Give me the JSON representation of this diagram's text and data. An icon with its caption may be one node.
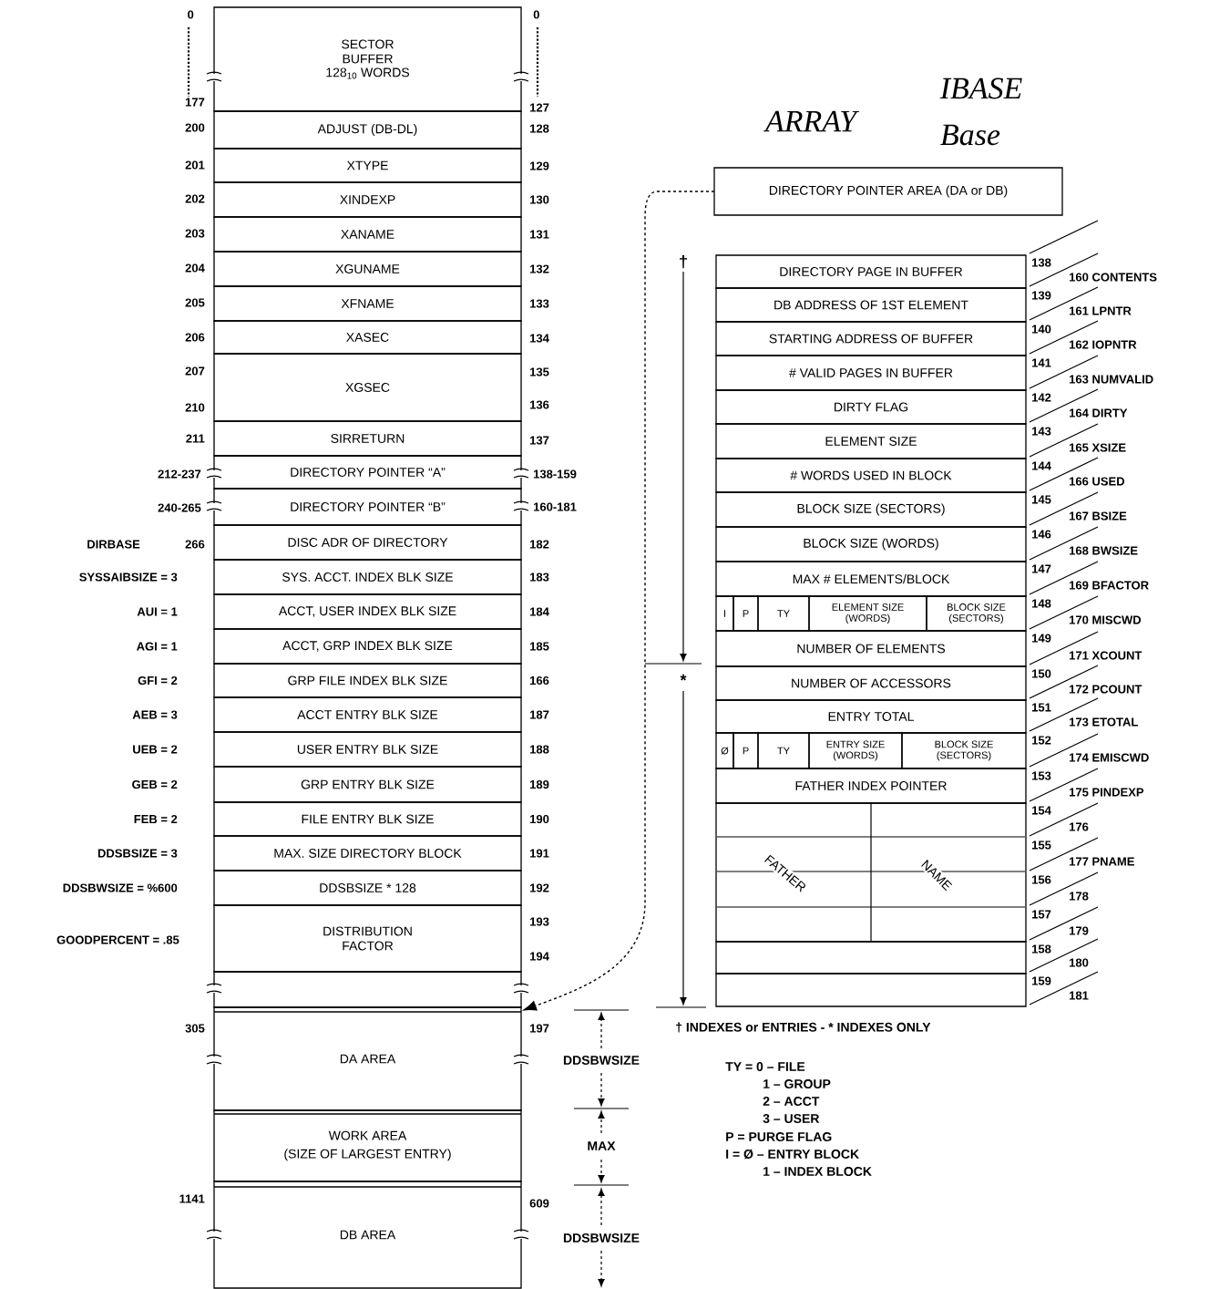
{
  "diagram": {
    "nodes": [
      {
        "text": [
          "SECTOR BUFFER",
          "128$_{10}$ WORDS"
        ],
        "beside": [
          "0",
          "177",
          "0",
          "127"
        ]
      },
      {
        "text": [
          "ADJUST (DB-DL)"
        ],
        "beside": [
          "200",
          "128"
        ]
      },
      {
        "text": [
          "XTYPE"
        ],
        "beside": [
          "201",
          "129"
        ]
      },
      {
        "text": [
          "XINDEXP"
        ],
        "beside": [
          "202",
          "130"
        ]
      },
      {
        "text": [
          "XANAME"
        ],
        "beside": [
          "203",
          "131"
        ]
      },
      {
        "text": [
          "XGUNAME"
        ],
        "beside": [
          "204",
          "132"
        ]
      },
      {
        "text": [
          "XFNAME"
        ],
        "beside": [
          "205",
          "133"
        ]
      },
      {
        "text": [
          "XASEC"
        ],
        "beside": [
          "206",
          "134"
        ]
      },
      {
        "text": [
          "XGSEC"
        ],
        "beside": [
          "207",
          "210",
          "135",
          "136"
        ]
      },
      {
        "text": [
          "SIRRETURN"
        ],
        "beside": [
          "211",
          "137"
        ]
      },
      {
        "text": [
          "DIRECTORY POINTER “A”"
        ],
        "beside": [
          "212-237",
          "138-159"
        ]
      },
      {
        "text": [
          "DIRECTORY POINTER “B”"
        ],
        "beside": [
          "240-265",
          "160-181"
        ]
      },
      {
        "text": [
          "DISC ADR OF DIRECTORY"
        ],
        "beside": [
          "DIRBASE",
          "266",
          "182"
        ]
      },
      {
        "text": [
          "SYS. ACCT. INDEX BLK SIZE"
        ],
        "beside": [
          "SYSSAIBSIZE = 3",
          "183"
        ]
      },
      {
        "text": [
          "ACCT, USER INDEX BLK SIZE"
        ],
        "beside": [
          "AUI = 1",
          "184"
        ]
      },
      {
        "text": [
          "ACCT, GRP INDEX BLK SIZE"
        ],
        "beside": [
          "AGI = 1",
          "185"
        ]
      },
      {
        "text": [
          "GRP FILE INDEX BLK SIZE"
        ],
        "beside": [
          "GFI = 2",
          "166"
        ]
      },
      {
        "text": [
          "ACCT ENTRY BLK SIZE"
        ],
        "beside": [
          "AEB = 3",
          "187"
        ]
      },
      {
        "text": [
          "USER ENTRY BLK SIZE"
        ],
        "beside": [
          "UEB = 2",
          "188"
        ]
      },
      {
        "text": [
          "GRP ENTRY BLK SIZE"
        ],
        "beside": [
          "GEB = 2",
          "189"
        ]
      },
      {
        "text": [
          "FILE ENTRY BLK SIZE"
        ],
        "beside": [
          "FEB = 2",
          "190"
        ]
      },
      {
        "text": [
          "MAX. SIZE DIRECTORY BLOCK"
        ],
        "beside": [
          "DDSBSIZE = 3",
          "191"
        ]
      },
      {
        "text": [
          "DDSBSIZE * 128"
        ],
        "beside": [
          "DDSBWSIZE = %600",
          "192"
        ]
      },
      {
        "text": [
          "DISTRIBUTION FACTOR"
        ],
        "beside": [
          "GOODPERCENT = .85",
          "193",
          "194"
        ]
      },
      {
        "text": [],
        "shape": "box"
      },
      {
        "text": [
          "DA AREA"
        ],
        "beside": [
          "305",
          "197"
        ]
      },
      {
        "text": [
          "WORK AREA",
          "(SIZE OF LARGEST ENTRY)"
        ]
      },
      {
        "text": [
          "DB AREA"
        ],
        "beside": [
          "1141",
          "609"
        ]
      },
      {
        "text": [
          "DIRECTORY POINTER AREA (DA or DB)"
        ]
      },
      {
        "text": [
          "DIRECTORY PAGE IN BUFFER"
        ],
        "beside": [
          "138",
          "160 CONTENTS"
        ]
      },
      {
        "text": [
          "DB ADDRESS OF 1ST ELEMENT"
        ],
        "beside": [
          "139",
          "161 LPNTR"
        ]
      },
      {
        "text": [
          "STARTING ADDRESS OF BUFFER"
        ],
        "beside": [
          "140",
          "162 IOPNTR"
        ]
      },
      {
        "text": [
          "# VALID PAGES IN BUFFER"
        ],
        "beside": [
          "141",
          "163 NUMVALID"
        ]
      },
      {
        "text": [
          "DIRTY FLAG"
        ],
        "beside": [
          "142",
          "164 DIRTY"
        ]
      },
      {
        "text": [
          "ELEMENT SIZE"
        ],
        "beside": [
          "143",
          "165 XSIZE"
        ]
      },
      {
        "text": [
          "# WORDS USED IN BLOCK"
        ],
        "beside": [
          "144",
          "166 USED"
        ]
      },
      {
        "text": [
          "BLOCK SIZE (SECTORS)"
        ],
        "beside": [
          "145",
          "167 BSIZE"
        ]
      },
      {
        "text": [
          "BLOCK SIZE (WORDS)"
        ],
        "beside": [
          "146",
          "168 BWSIZE"
        ]
      },
      {
        "text": [
          "MAX # ELEMENTS/BLOCK"
        ],
        "beside": [
          "147",
          "169 BFACTOR"
        ]
      },
      {
        "text": [
          "I"
        ]
      },
      {
        "text": [
          "P"
        ]
      },
      {
        "text": [
          "TY"
        ]
      },
      {
        "text": [
          "ELEMENT SIZE (WORDS)"
        ]
      },
      {
        "text": [
          "BLOCK SIZE (SECTORS)"
        ],
        "beside": [
          "148",
          "170 MISCWD"
        ]
      },
      {
        "text": [
          "NUMBER OF ELEMENTS"
        ],
        "beside": [
          "149",
          "171 XCOUNT"
        ]
      },
      {
        "text": [
          "NUMBER OF ACCESSORS"
        ],
        "beside": [
          "150",
          "172 PCOUNT"
        ]
      },
      {
        "text": [
          "ENTRY TOTAL"
        ],
        "beside": [
          "151",
          "173 ETOTAL"
        ]
      },
      {
        "text": [
          "Ø"
        ]
      },
      {
        "text": [
          "P"
        ]
      },
      {
        "text": [
          "TY"
        ]
      },
      {
        "text": [
          "ENTRY SIZE (WORDS)"
        ]
      },
      {
        "text": [
          "BLOCK SIZE (SECTORS)"
        ],
        "beside": [
          "152",
          "174 EMISCWD"
        ]
      },
      {
        "text": [
          "FATHER INDEX POINTER"
        ],
        "beside": [
          "153",
          "175 PINDEXP"
        ]
      },
      {
        "text": [
          "FATHER",
          "NAME"
        ],
        "beside": [
          "154",
          "176",
          "155",
          "177 PNAME",
          "156",
          "178",
          "157",
          "179"
        ]
      },
      {
        "text": [],
        "shape": "box",
        "beside": [
          "158",
          "180"
        ]
      },
      {
        "text": [],
        "shape": "box",
        "beside": [
          "159",
          "181"
        ]
      }
    ],
    "edges": [
      {
        "from": 28,
        "to": 25,
        "arrow": "to",
        "style": "dashed"
      }
    ],
    "labels": [
      "IBASE",
      "ARRAY",
      "Base",
      "†",
      "*",
      "DDSBWSIZE",
      "MAX",
      "DDSBWSIZE",
      "† INDEXES or ENTRIES - * INDEXES ONLY",
      "TY = 0 – FILE",
      "1 – GROUP",
      "2 – ACCT",
      "3 – USER",
      "P = PURGE FLAG",
      "I = Ø – ENTRY BLOCK",
      "1 – INDEX BLOCK"
    ]
  }
}
